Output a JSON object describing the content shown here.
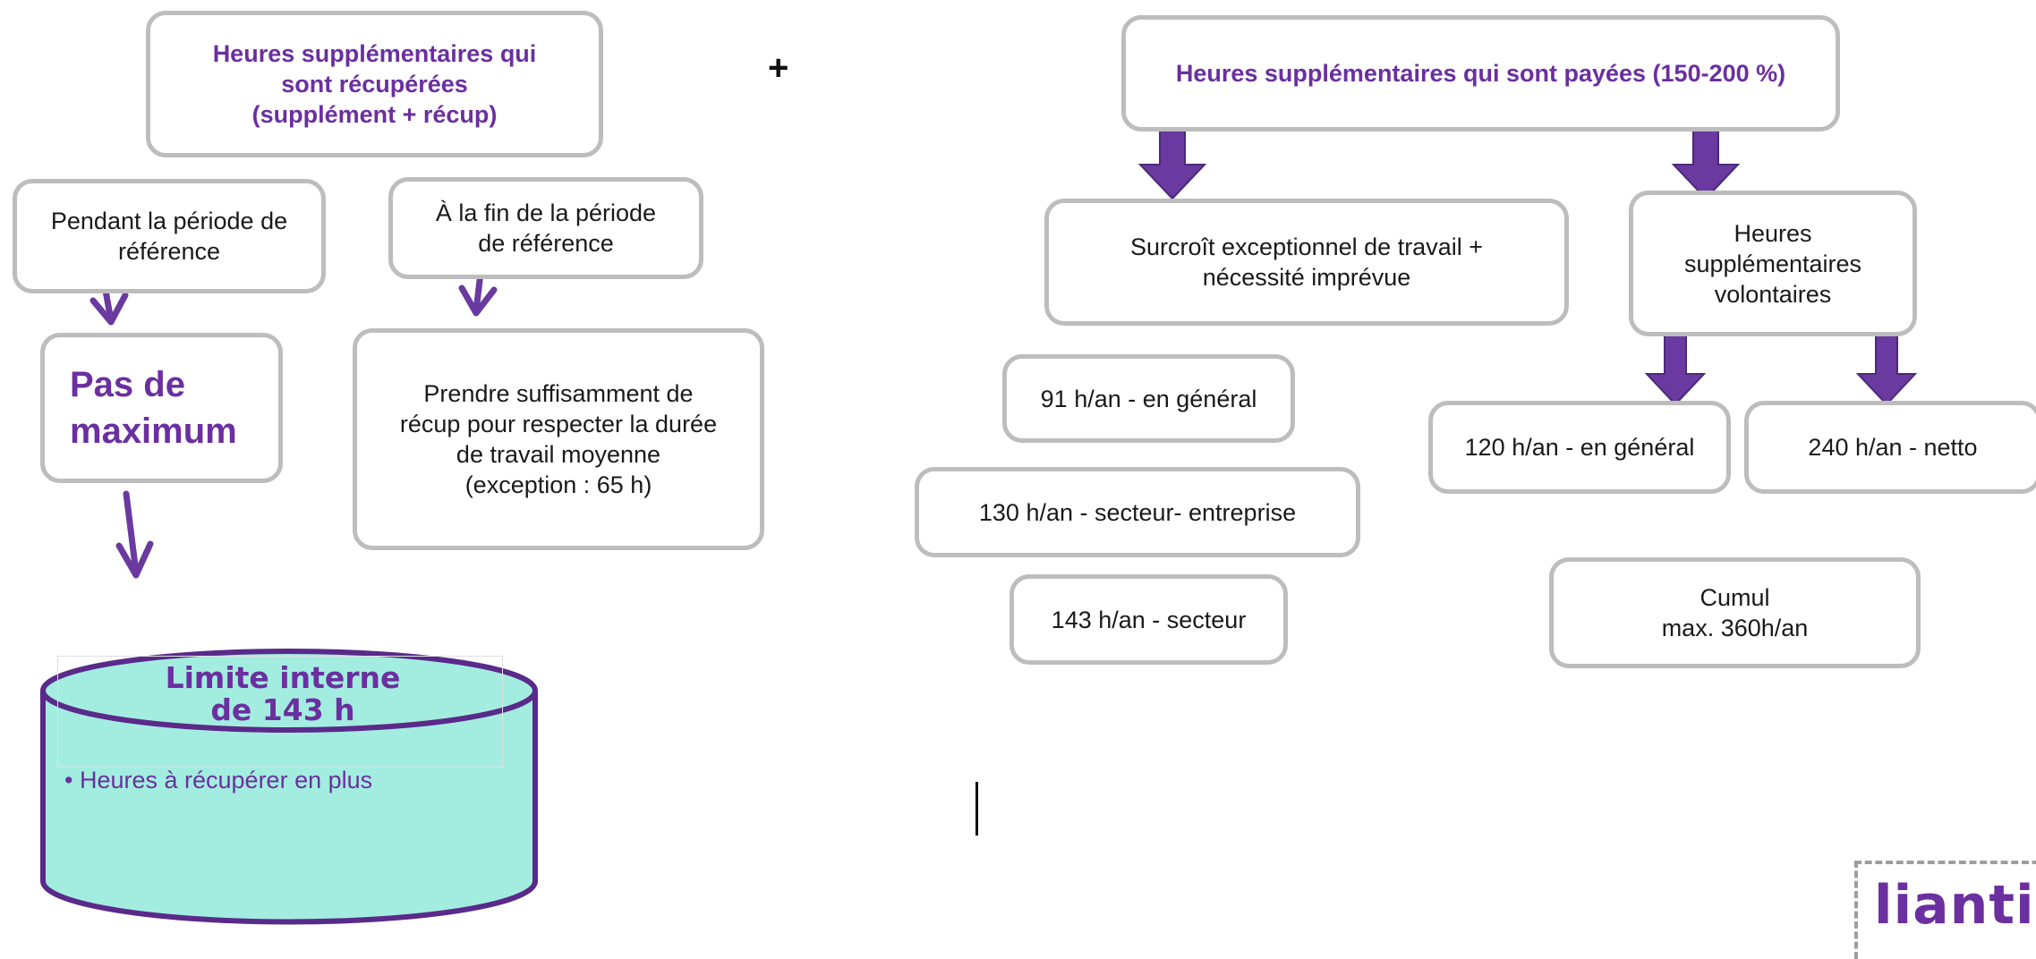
{
  "left": {
    "title": "Heures supplémentaires qui\nsont récupérées\n(supplément + récup)",
    "during_period": "Pendant la période de\nréférence",
    "end_period": "À la fin de la période\nde référence",
    "no_maximum": "Pas de\nmaximum",
    "take_recup": "Prendre suffisamment de\nrécup pour respecter la durée\nde travail moyenne\n(exception : 65 h)",
    "cylinder_title": "Limite interne\nde 143 h",
    "cylinder_bullet": "• Heures à récupérer en plus"
  },
  "plus": "+",
  "right": {
    "title": "Heures supplémentaires qui sont payées (150-200 %)",
    "surcroit": "Surcroît exceptionnel de travail +\nnécessité imprévue",
    "volontaires": "Heures\nsupplémentaires\nvolontaires",
    "h91": "91 h/an - en général",
    "h130": "130 h/an - secteur- entreprise",
    "h143": "143 h/an - secteur",
    "h120": "120 h/an - en général",
    "h240": "240 h/an - netto",
    "cumul": "Cumul\nmax. 360h/an"
  },
  "logo": "liantis",
  "colors": {
    "accent_purple": "#6b2fa0",
    "arrow_purple": "#6a3aa0",
    "box_border": "#bdbdbd",
    "cylinder_fill": "#a3ede0",
    "cylinder_stroke": "#5a2a8a"
  }
}
